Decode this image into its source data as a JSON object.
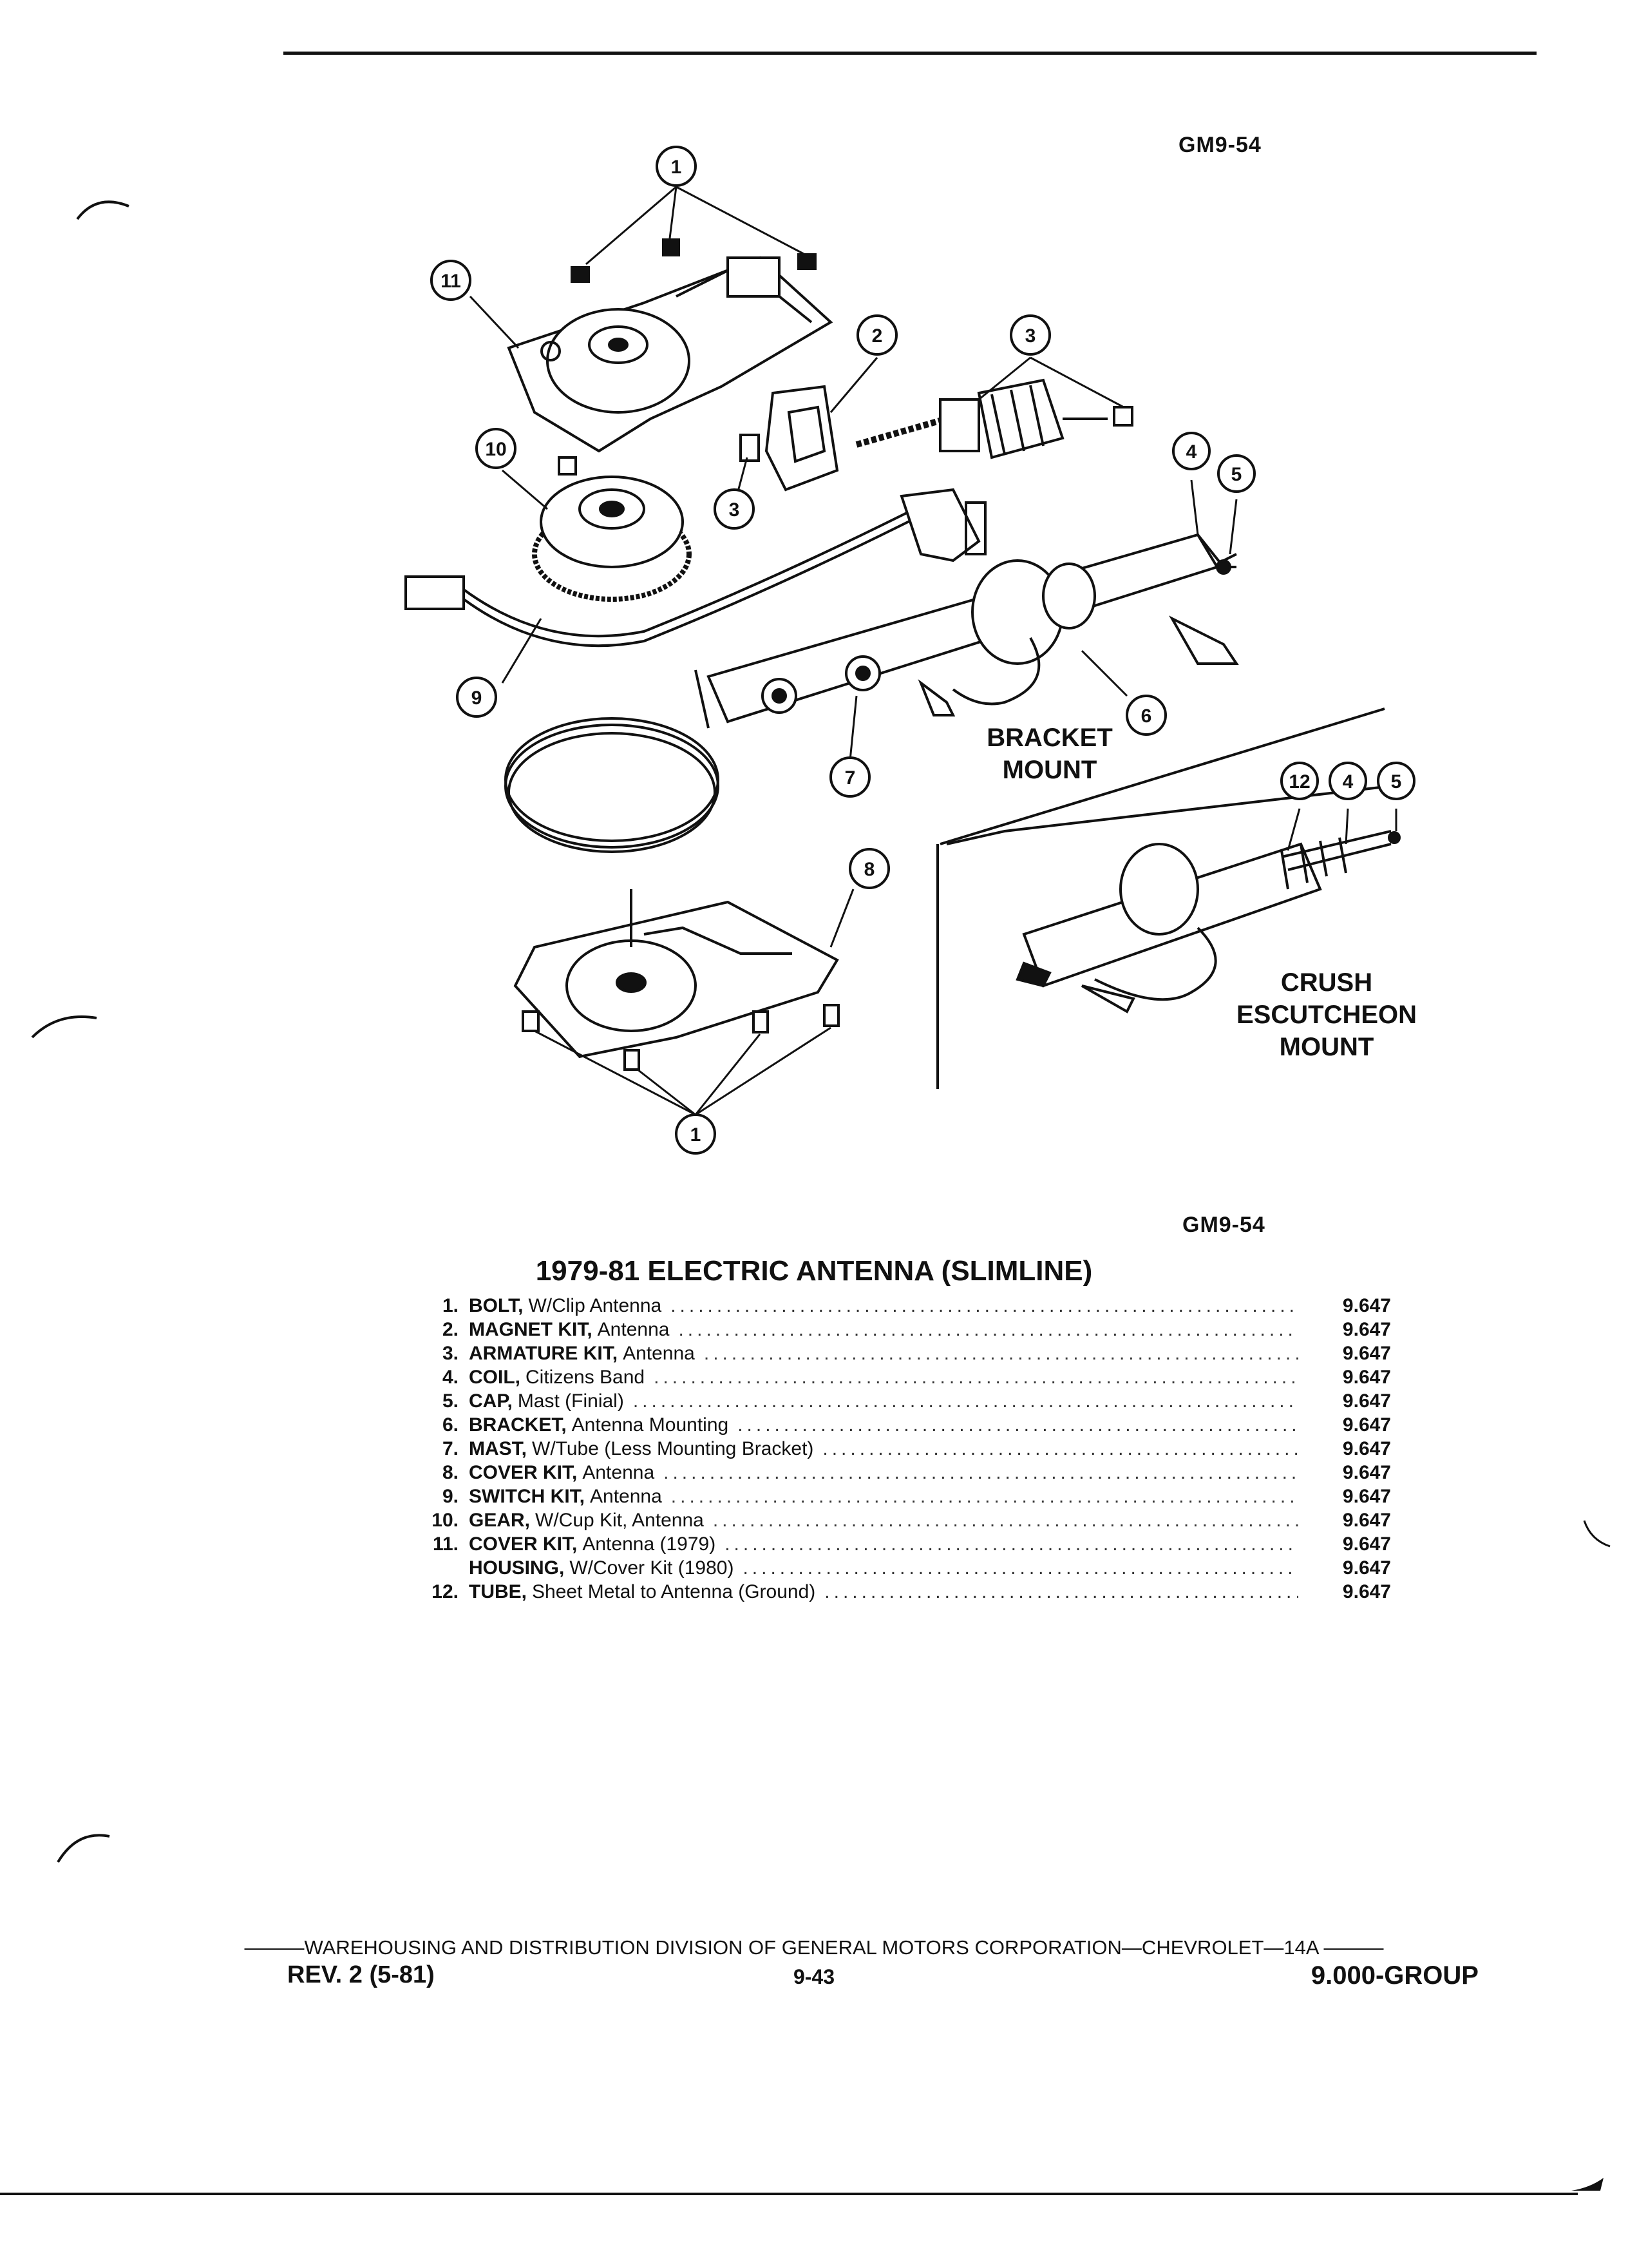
{
  "figure_id_top": "GM9-54",
  "figure_id_bottom": "GM9-54",
  "diagram": {
    "callouts": [
      "1",
      "11",
      "2",
      "3",
      "10",
      "3",
      "4",
      "5",
      "9",
      "6",
      "7",
      "12",
      "4",
      "5",
      "8",
      "1"
    ],
    "bracket_mount": [
      "BRACKET",
      "MOUNT"
    ],
    "crush_mount": [
      "CRUSH",
      "ESCUTCHEON",
      "MOUNT"
    ]
  },
  "title": "1979-81 ELECTRIC ANTENNA (SLIMLINE)",
  "parts": [
    {
      "num": "1.",
      "name": "BOLT,",
      "desc": "W/Clip Antenna",
      "group": "9.647"
    },
    {
      "num": "2.",
      "name": "MAGNET KIT,",
      "desc": "Antenna",
      "group": "9.647"
    },
    {
      "num": "3.",
      "name": "ARMATURE KIT,",
      "desc": "Antenna",
      "group": "9.647"
    },
    {
      "num": "4.",
      "name": "COIL,",
      "desc": "Citizens Band",
      "group": "9.647"
    },
    {
      "num": "5.",
      "name": "CAP,",
      "desc": "Mast (Finial)",
      "group": "9.647"
    },
    {
      "num": "6.",
      "name": "BRACKET,",
      "desc": "Antenna Mounting",
      "group": "9.647"
    },
    {
      "num": "7.",
      "name": "MAST,",
      "desc": "W/Tube (Less Mounting Bracket)",
      "group": "9.647"
    },
    {
      "num": "8.",
      "name": "COVER KIT,",
      "desc": "Antenna",
      "group": "9.647"
    },
    {
      "num": "9.",
      "name": "SWITCH KIT,",
      "desc": "Antenna",
      "group": "9.647"
    },
    {
      "num": "10.",
      "name": "GEAR,",
      "desc": "W/Cup Kit, Antenna",
      "group": "9.647"
    },
    {
      "num": "11.",
      "name": "COVER KIT,",
      "desc": "Antenna (1979)",
      "group": "9.647"
    },
    {
      "num": "",
      "name": "HOUSING,",
      "desc": "W/Cover Kit (1980)",
      "group": "9.647"
    },
    {
      "num": "12.",
      "name": "TUBE,",
      "desc": "Sheet Metal to Antenna (Ground)",
      "group": "9.647"
    }
  ],
  "footer": {
    "division": "———WAREHOUSING AND DISTRIBUTION DIVISION OF GENERAL MOTORS CORPORATION—CHEVROLET—14A ———",
    "rev": "REV. 2 (5-81)",
    "page": "9-43",
    "group": "9.000-GROUP"
  }
}
